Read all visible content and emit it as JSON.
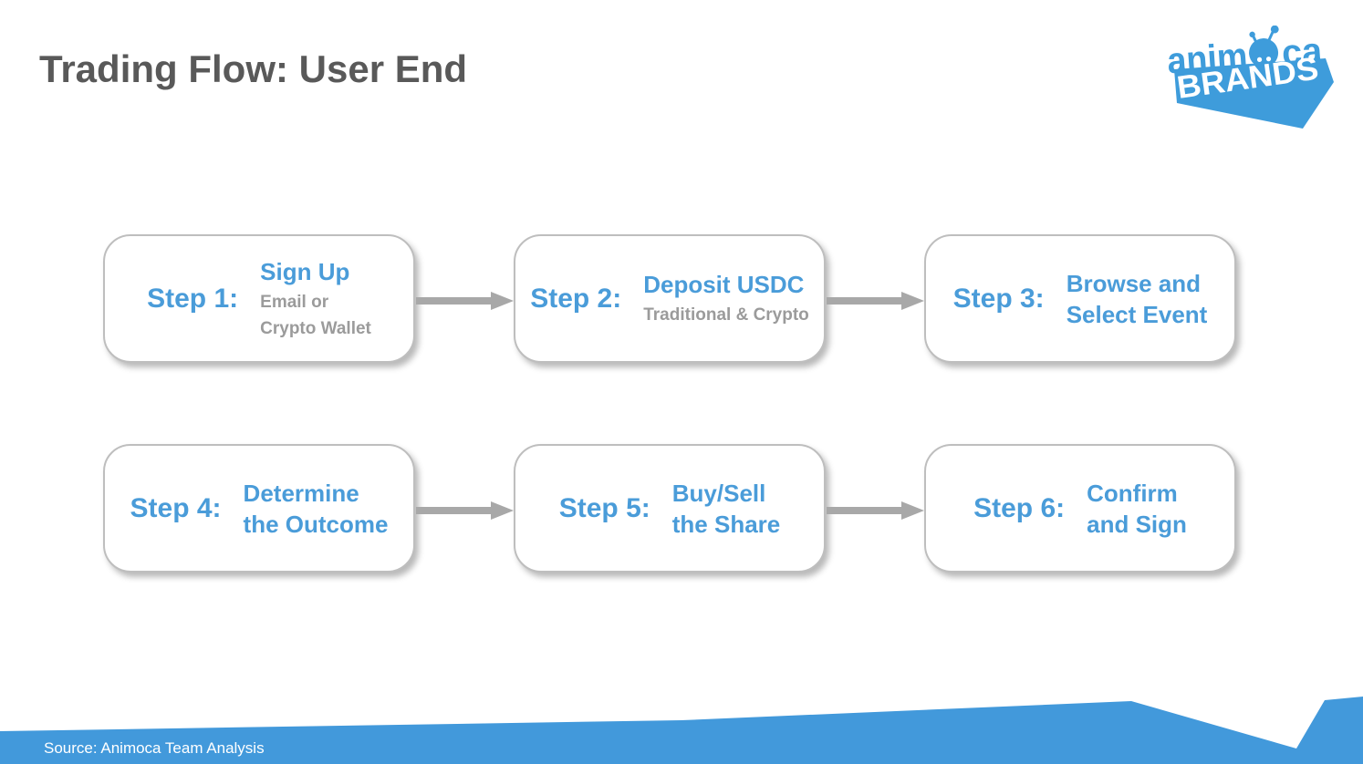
{
  "slide": {
    "title": "Trading Flow: User End",
    "footer_source": "Source: Animoca Team Analysis"
  },
  "logo": {
    "name": "Animoca Brands",
    "word_prefix": "anim",
    "word_suffix": "ca",
    "banner": "BRANDS",
    "color": "#3E9CDB"
  },
  "colors": {
    "accent_blue": "#4A9CD9",
    "title_gray": "#595959",
    "subtitle_gray": "#9B9B9B",
    "arrow_gray": "#A8A8A8",
    "footer_blue": "#4299DB",
    "box_border": "#BEBEBE"
  },
  "steps": [
    {
      "label": "Step 1:",
      "title_lines": [
        "Sign Up"
      ],
      "subtitle_lines": [
        "Email or",
        "Crypto Wallet"
      ]
    },
    {
      "label": "Step 2:",
      "title_lines": [
        "Deposit USDC"
      ],
      "subtitle_lines": [
        "Traditional & Crypto"
      ]
    },
    {
      "label": "Step 3:",
      "title_lines": [
        "Browse and",
        "Select Event"
      ],
      "subtitle_lines": []
    },
    {
      "label": "Step 4:",
      "title_lines": [
        "Determine",
        "the Outcome"
      ],
      "subtitle_lines": []
    },
    {
      "label": "Step 5:",
      "title_lines": [
        "Buy/Sell",
        "the Share"
      ],
      "subtitle_lines": []
    },
    {
      "label": "Step 6:",
      "title_lines": [
        "Confirm",
        "and Sign"
      ],
      "subtitle_lines": []
    }
  ]
}
